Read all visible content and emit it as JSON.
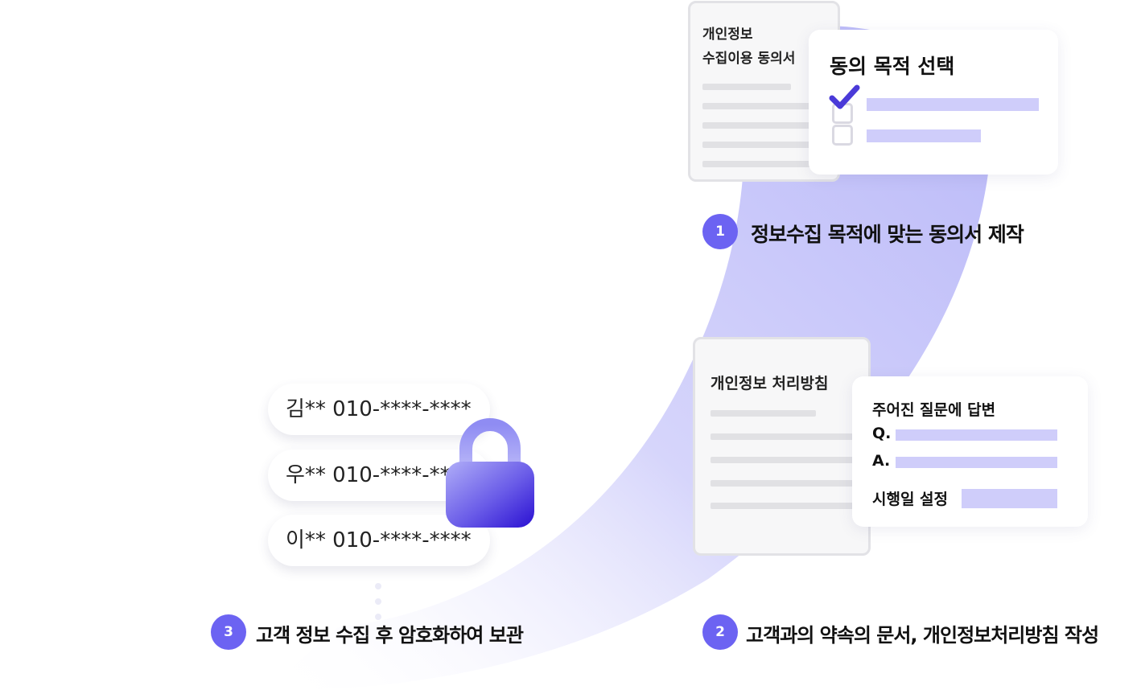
{
  "colors": {
    "accent": "#6c63f2",
    "bar": "#cfcdfa",
    "arc": "#bcbcf9",
    "check": "#4a3ad8",
    "lock_top": "#a8a6f7",
    "lock_bottom": "#2a10d2"
  },
  "consent_doc": {
    "title_line1": "개인정보",
    "title_line2": "수집이용 동의서"
  },
  "purpose_card": {
    "title": "동의 목적 선택"
  },
  "step1": {
    "number": "1",
    "label": "정보수집 목적에 맞는 동의서 제작"
  },
  "policy_doc": {
    "title": "개인정보 처리방침"
  },
  "qa_card": {
    "title": "주어진 질문에 답변",
    "q_label": "Q.",
    "a_label": "A.",
    "date_label": "시행일 설정"
  },
  "step2": {
    "number": "2",
    "label": "고객과의 약속의 문서, 개인정보처리방침 작성"
  },
  "records": [
    {
      "text": "김** 010-****-****"
    },
    {
      "text": "우** 010-****-**"
    },
    {
      "text": "이** 010-****-****"
    }
  ],
  "icons": {
    "lock": "lock-icon",
    "check": "check-icon"
  },
  "step3": {
    "number": "3",
    "label": "고객 정보 수집 후 암호화하여 보관"
  }
}
